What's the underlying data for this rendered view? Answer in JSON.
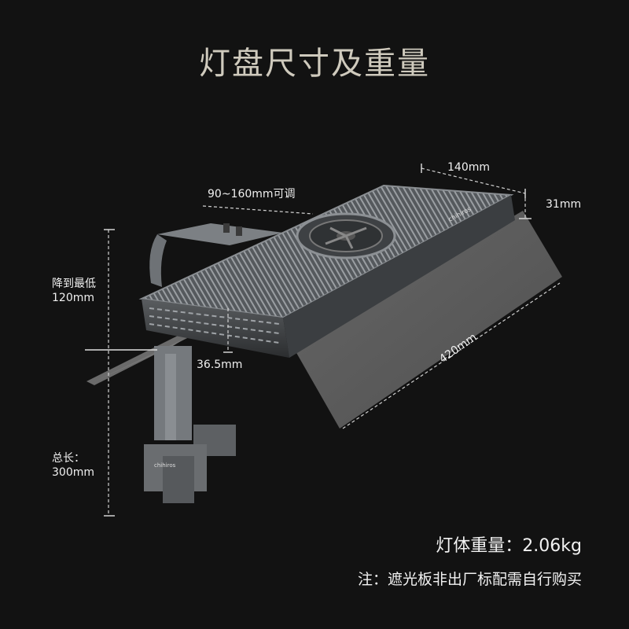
{
  "title": "灯盘尺寸及重量",
  "dimensions": {
    "top_width": "140mm",
    "height_thickness": "31mm",
    "bracket_adjust": "90~160mm可调",
    "length": "420mm",
    "body_height": "36.5mm",
    "min_lower_label": "降到最低",
    "min_lower_value": "120mm",
    "total_length_label": "总长：",
    "total_length_value": "300mm"
  },
  "product_branding": "chihiros",
  "weight_text": "灯体重量：2.06kg",
  "note_text": "注：遮光板非出厂标配需自行购买"
}
